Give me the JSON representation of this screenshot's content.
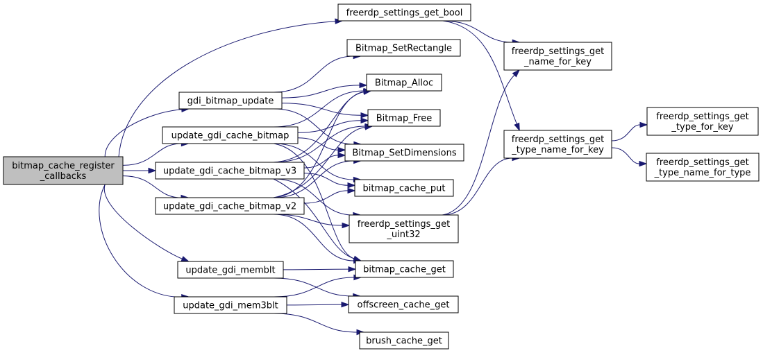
{
  "graph": {
    "colors": {
      "edge": "#191970",
      "node_fill": "#ffffff",
      "root_fill": "#bfbfbf",
      "node_border": "#000000"
    },
    "nodes": {
      "bitmap_cache_register_callbacks": {
        "lines": [
          "bitmap_cache_register",
          "_callbacks"
        ],
        "root": true
      },
      "gdi_bitmap_update": {
        "lines": [
          "gdi_bitmap_update"
        ]
      },
      "update_gdi_cache_bitmap": {
        "lines": [
          "update_gdi_cache_bitmap"
        ]
      },
      "update_gdi_cache_bitmap_v3": {
        "lines": [
          "update_gdi_cache_bitmap_v3"
        ]
      },
      "update_gdi_cache_bitmap_v2": {
        "lines": [
          "update_gdi_cache_bitmap_v2"
        ]
      },
      "update_gdi_memblt": {
        "lines": [
          "update_gdi_memblt"
        ]
      },
      "update_gdi_mem3blt": {
        "lines": [
          "update_gdi_mem3blt"
        ]
      },
      "freerdp_settings_get_bool": {
        "lines": [
          "freerdp_settings_get_bool"
        ]
      },
      "Bitmap_SetRectangle": {
        "lines": [
          "Bitmap_SetRectangle"
        ]
      },
      "Bitmap_Alloc": {
        "lines": [
          "Bitmap_Alloc"
        ]
      },
      "Bitmap_Free": {
        "lines": [
          "Bitmap_Free"
        ]
      },
      "Bitmap_SetDimensions": {
        "lines": [
          "Bitmap_SetDimensions"
        ]
      },
      "bitmap_cache_put": {
        "lines": [
          "bitmap_cache_put"
        ]
      },
      "freerdp_settings_get_uint32": {
        "lines": [
          "freerdp_settings_get",
          "_uint32"
        ]
      },
      "bitmap_cache_get": {
        "lines": [
          "bitmap_cache_get"
        ]
      },
      "offscreen_cache_get": {
        "lines": [
          "offscreen_cache_get"
        ]
      },
      "brush_cache_get": {
        "lines": [
          "brush_cache_get"
        ]
      },
      "freerdp_settings_get_name_for_key": {
        "lines": [
          "freerdp_settings_get",
          "_name_for_key"
        ]
      },
      "freerdp_settings_get_type_name_for_key": {
        "lines": [
          "freerdp_settings_get",
          "_type_name_for_key"
        ]
      },
      "freerdp_settings_get_type_for_key": {
        "lines": [
          "freerdp_settings_get",
          "_type_for_key"
        ]
      },
      "freerdp_settings_get_type_name_for_type": {
        "lines": [
          "freerdp_settings_get",
          "_type_name_for_type"
        ]
      }
    },
    "edges": [
      [
        "bitmap_cache_register_callbacks",
        "freerdp_settings_get_bool"
      ],
      [
        "bitmap_cache_register_callbacks",
        "gdi_bitmap_update"
      ],
      [
        "bitmap_cache_register_callbacks",
        "update_gdi_cache_bitmap"
      ],
      [
        "bitmap_cache_register_callbacks",
        "update_gdi_cache_bitmap_v3"
      ],
      [
        "bitmap_cache_register_callbacks",
        "update_gdi_cache_bitmap_v2"
      ],
      [
        "bitmap_cache_register_callbacks",
        "update_gdi_memblt"
      ],
      [
        "bitmap_cache_register_callbacks",
        "update_gdi_mem3blt"
      ],
      [
        "freerdp_settings_get_bool",
        "freerdp_settings_get_name_for_key"
      ],
      [
        "freerdp_settings_get_bool",
        "freerdp_settings_get_type_name_for_key"
      ],
      [
        "gdi_bitmap_update",
        "Bitmap_SetRectangle"
      ],
      [
        "gdi_bitmap_update",
        "Bitmap_Alloc"
      ],
      [
        "gdi_bitmap_update",
        "Bitmap_Free"
      ],
      [
        "gdi_bitmap_update",
        "Bitmap_SetDimensions"
      ],
      [
        "update_gdi_cache_bitmap",
        "Bitmap_Alloc"
      ],
      [
        "update_gdi_cache_bitmap",
        "Bitmap_Free"
      ],
      [
        "update_gdi_cache_bitmap",
        "Bitmap_SetDimensions"
      ],
      [
        "update_gdi_cache_bitmap",
        "bitmap_cache_put"
      ],
      [
        "update_gdi_cache_bitmap",
        "bitmap_cache_get"
      ],
      [
        "update_gdi_cache_bitmap_v3",
        "Bitmap_Alloc"
      ],
      [
        "update_gdi_cache_bitmap_v3",
        "Bitmap_Free"
      ],
      [
        "update_gdi_cache_bitmap_v3",
        "Bitmap_SetDimensions"
      ],
      [
        "update_gdi_cache_bitmap_v3",
        "bitmap_cache_put"
      ],
      [
        "update_gdi_cache_bitmap_v3",
        "freerdp_settings_get_uint32"
      ],
      [
        "update_gdi_cache_bitmap_v3",
        "bitmap_cache_get"
      ],
      [
        "update_gdi_cache_bitmap_v2",
        "Bitmap_Alloc"
      ],
      [
        "update_gdi_cache_bitmap_v2",
        "Bitmap_Free"
      ],
      [
        "update_gdi_cache_bitmap_v2",
        "Bitmap_SetDimensions"
      ],
      [
        "update_gdi_cache_bitmap_v2",
        "bitmap_cache_put"
      ],
      [
        "update_gdi_cache_bitmap_v2",
        "freerdp_settings_get_uint32"
      ],
      [
        "update_gdi_cache_bitmap_v2",
        "bitmap_cache_get"
      ],
      [
        "freerdp_settings_get_uint32",
        "freerdp_settings_get_name_for_key"
      ],
      [
        "freerdp_settings_get_uint32",
        "freerdp_settings_get_type_name_for_key"
      ],
      [
        "update_gdi_memblt",
        "bitmap_cache_get"
      ],
      [
        "update_gdi_memblt",
        "offscreen_cache_get"
      ],
      [
        "update_gdi_mem3blt",
        "bitmap_cache_get"
      ],
      [
        "update_gdi_mem3blt",
        "offscreen_cache_get"
      ],
      [
        "update_gdi_mem3blt",
        "brush_cache_get"
      ],
      [
        "freerdp_settings_get_type_name_for_key",
        "freerdp_settings_get_type_for_key"
      ],
      [
        "freerdp_settings_get_type_name_for_key",
        "freerdp_settings_get_type_name_for_type"
      ]
    ]
  }
}
